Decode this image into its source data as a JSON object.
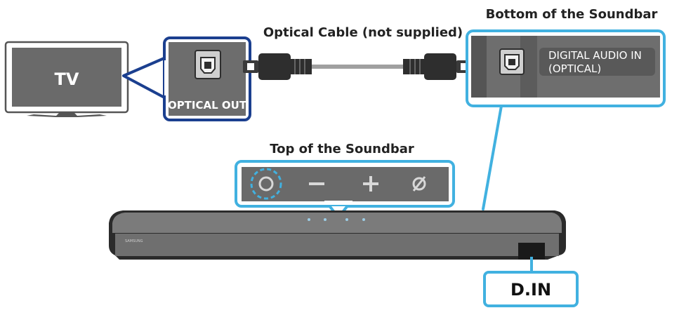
{
  "labels": {
    "tv": "TV",
    "optical_out": "OPTICAL OUT",
    "cable": "Optical Cable (not supplied)",
    "bottom_title": "Bottom of the Soundbar",
    "digital_audio_in": [
      "DIGITAL AUDIO IN",
      "(OPTICAL)"
    ],
    "top_title": "Top of the Soundbar",
    "din": "D.IN",
    "brand": "SAMSUNG"
  },
  "buttons": [
    {
      "name": "power",
      "symbol": "⏻",
      "highlighted": true
    },
    {
      "name": "volume-down",
      "symbol": "−"
    },
    {
      "name": "volume-up",
      "symbol": "+"
    },
    {
      "name": "input",
      "symbol": "∅"
    }
  ],
  "colors": {
    "callout_blue": "#1b3f8f",
    "callout_cyan": "#41b1e0",
    "soundbar": "#767676",
    "panel_gray": "#6d6d6d",
    "dark": "#2e2e2e"
  }
}
